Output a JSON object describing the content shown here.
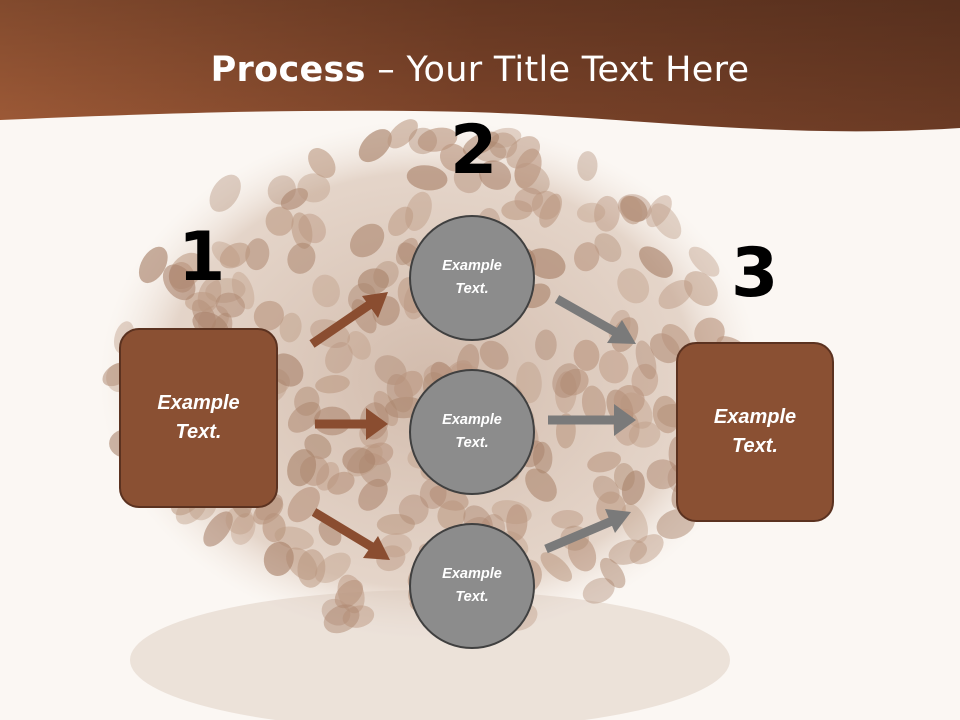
{
  "slide": {
    "title_bold": "Process",
    "title_rest": " – Your Title Text Here"
  },
  "steps": [
    {
      "number": "1",
      "text": "Example Text."
    },
    {
      "number": "2",
      "texts": [
        "Example Text.",
        "Example Text.",
        "Example Text."
      ]
    },
    {
      "number": "3",
      "text": "Example Text."
    }
  ],
  "colors": {
    "banner": "#7a4328",
    "box_fill": "#8a5033",
    "circle_fill": "#8c8c8c",
    "brown_arrow": "#8a4d30",
    "gray_arrow": "#7a7a7a",
    "background": "#fbf7f3"
  }
}
